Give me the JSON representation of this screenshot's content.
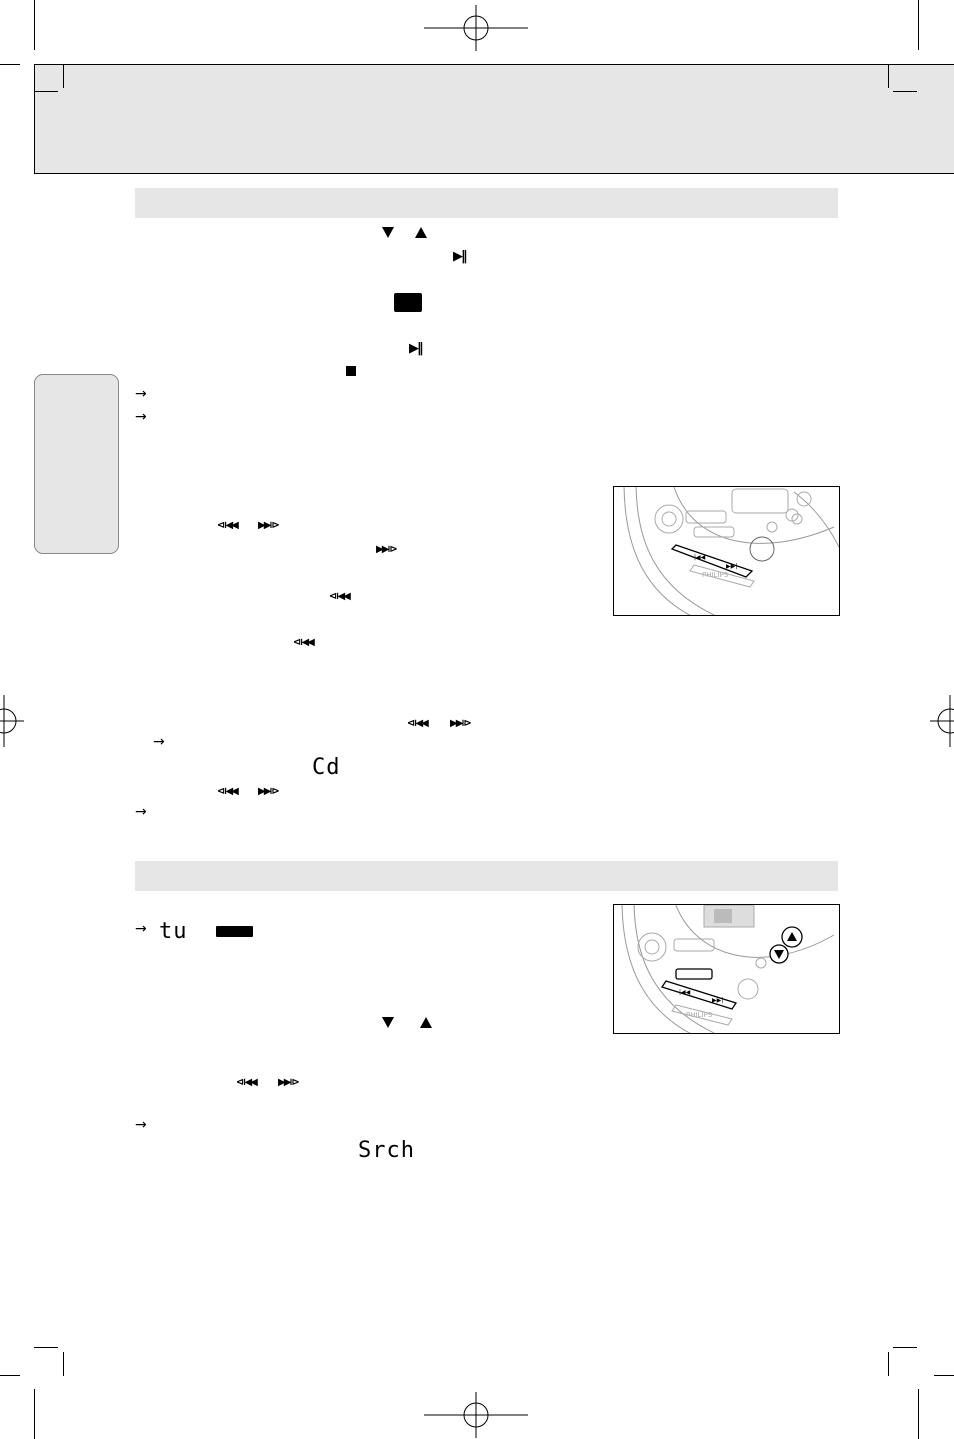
{
  "icons": {
    "down": "down-triangle",
    "up": "up-triangle",
    "play_pause": "▶‖",
    "stop": "■",
    "prev": "⧏◀◀",
    "next": "▶▶⧐",
    "arrow": "→"
  },
  "display": {
    "cd": "Cd",
    "tu": "tu",
    "srch": "Srch"
  },
  "illustration": {
    "brand": "PHILIPS"
  },
  "colors": {
    "header_band": "#e6e6e6",
    "border": "#000000"
  }
}
